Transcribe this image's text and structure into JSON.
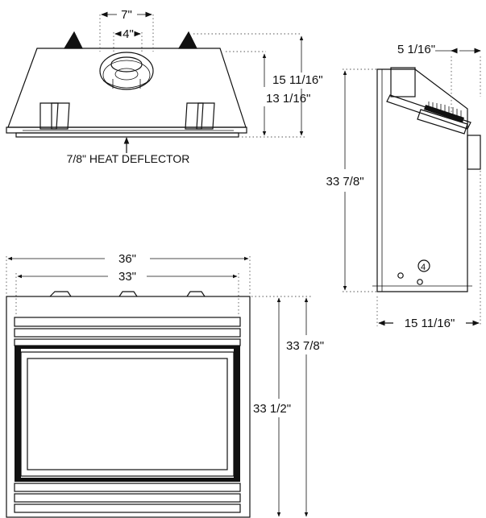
{
  "top_view": {
    "dims": {
      "outer_width": "7\"",
      "inner_width": "4\"",
      "overall_height": "15 11/16\"",
      "inner_height": "13 1/16\""
    },
    "callout": "7/8\" HEAT DEFLECTOR"
  },
  "side_view": {
    "dims": {
      "offset": "5 1/16\"",
      "height": "33 7/8\"",
      "depth": "15 11/16\""
    }
  },
  "front_view": {
    "dims": {
      "overall_width": "36\"",
      "inner_width": "33\"",
      "overall_height": "33 7/8\"",
      "inner_height": "33 1/2\""
    }
  }
}
